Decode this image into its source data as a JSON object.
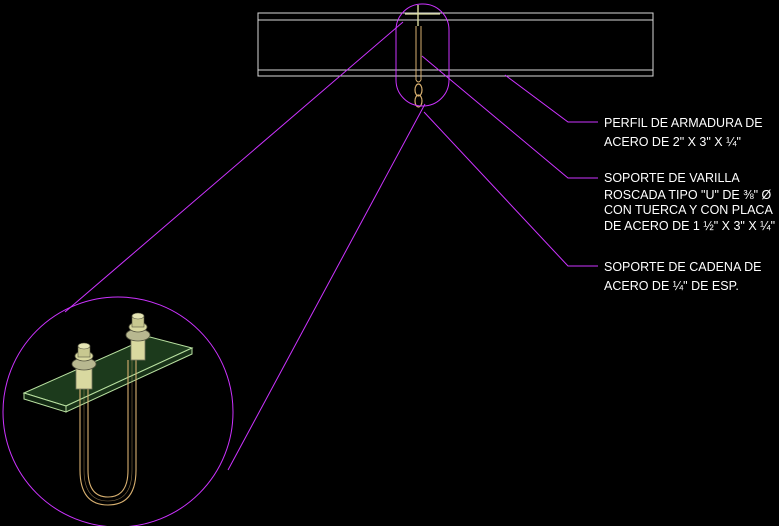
{
  "colors": {
    "background": "#000000",
    "leader": "#cc33ff",
    "beam": "#d8d8d8",
    "steel": "#d9d9a0",
    "plate": "#1c3a1c",
    "plate_edge": "#b8e0a0",
    "rod": "#d8b070",
    "text": "#ffffff"
  },
  "callouts": [
    {
      "id": "beam",
      "lines": [
        "PERFIL DE ARMADURA DE",
        "ACERO DE 2\" X 3\" X ¼\""
      ]
    },
    {
      "id": "ubolt",
      "lines": [
        "SOPORTE DE VARILLA",
        "ROSCADA TIPO \"U\" DE ⅜\" Ø",
        "CON TUERCA Y CON PLACA",
        "DE ACERO DE 1 ½\" X 3\" X ¼\""
      ]
    },
    {
      "id": "chain",
      "lines": [
        "SOPORTE DE CADENA DE",
        "ACERO DE ¼\" DE ESP."
      ]
    }
  ]
}
